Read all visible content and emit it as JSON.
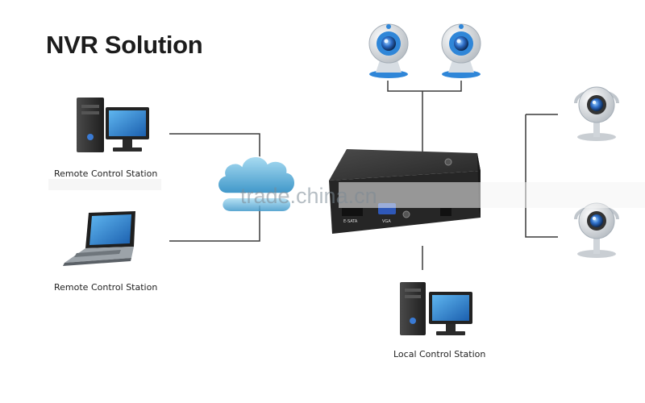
{
  "title": "NVR Solution",
  "stations": {
    "remote_desktop_label": "Remote Control Station",
    "remote_laptop_label": "Remote Control Station",
    "local_label": "Local Control Station"
  },
  "nvr_ports": {
    "esata": "E-SATA",
    "vga": "VGA"
  },
  "watermark": "trade.china.cn",
  "colors": {
    "line": "#3a3a3a",
    "cloud": "#69b6dc",
    "device": "#2b2b2b",
    "vga_port": "#2f58b8",
    "webcam_blue": "#2f86d8"
  },
  "icons": [
    "webcam-icon",
    "security-camera-icon",
    "desktop-computer-icon",
    "laptop-icon",
    "cloud-icon",
    "nvr-device-icon"
  ]
}
